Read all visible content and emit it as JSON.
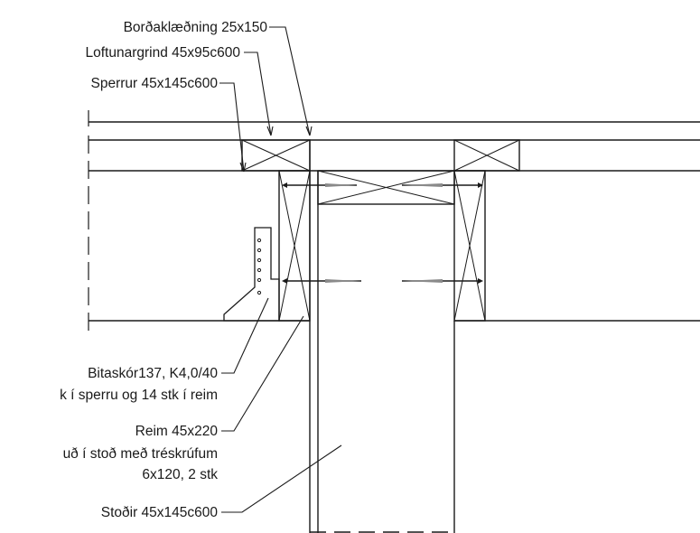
{
  "diagram": {
    "labels": {
      "bordaklaedning": "Borðaklæðning 25x150",
      "loftunargrind": "Loftunargrind 45x95c600",
      "sperrur": "Sperrur 45x145c600",
      "bitaskor": "Bitaskór137, K4,0/40",
      "bitaskor_note": "k í sperru og 14 stk í reim",
      "reim": "Reim 45x220",
      "reim_note_1": "uð í stoð með tréskrúfum",
      "reim_note_2": "6x120, 2 stk",
      "stodir": "Stoðir 45x145c600"
    },
    "colors": {
      "line": "#1a1a1a",
      "background": "#ffffff"
    }
  }
}
